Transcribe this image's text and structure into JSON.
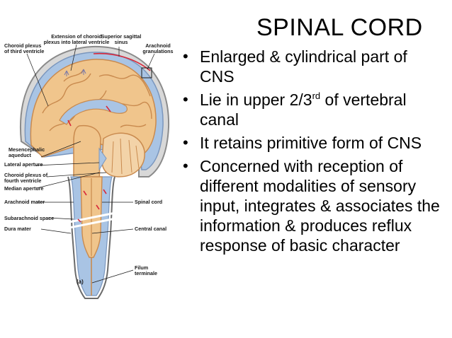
{
  "slide": {
    "title": "SPINAL CORD",
    "bullets": [
      {
        "text": "Enlarged & cylindrical part of CNS"
      },
      {
        "before": "Lie in upper 2/3",
        "sup": "rd",
        "after": " of vertebral canal"
      },
      {
        "text": "It retains primitive form of CNS"
      },
      {
        "text": "Concerned with reception of different modalities of sensory input, integrates & associates the information & produces reflux response of basic character"
      }
    ]
  },
  "figure": {
    "labels": {
      "choroid_plexus_third": "Choroid plexus\nof third ventricle",
      "extension_choroid": "Extension of choroid\nplexus into lateral ventricle",
      "superior_sagittal_sinus": "Superior sagittal\nsinus",
      "arachnoid_granulations": "Arachnoid\ngranulations",
      "mesencephalic_aqueduct": "Mesencephalic\naqueduct",
      "lateral_aperture": "Lateral aperture",
      "choroid_plexus_fourth": "Choroid plexus of\nfourth ventricle",
      "median_aperture": "Median aperture",
      "arachnoid_mater": "Arachnoid mater",
      "spinal_cord": "Spinal cord",
      "subarachnoid_space": "Subarachnoid space",
      "dura_mater": "Dura mater",
      "central_canal": "Central canal",
      "filum_terminale": "Filum\nterminale",
      "panel": "(a)"
    },
    "colors": {
      "csf_blue": "#a9c4e4",
      "brain_tan": "#f0c58c",
      "brain_dark": "#c98a4e",
      "vessel_red": "#d8283a",
      "skull_gray": "#9a9a9a"
    }
  }
}
